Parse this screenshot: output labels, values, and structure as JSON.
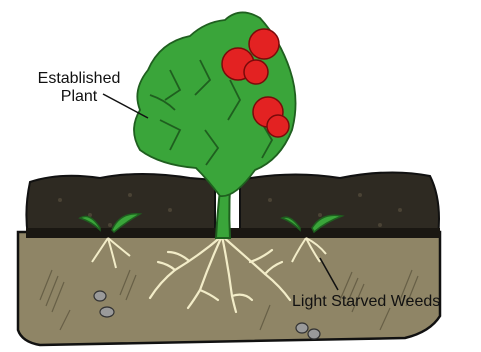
{
  "labels": {
    "established_line1": "Established",
    "established_line2": "Plant",
    "weeds": "Light Starved Weeds"
  },
  "colors": {
    "leaf": "#3aa53a",
    "leaf_outline": "#1f5f1f",
    "tomato": "#e32222",
    "mulch": "#2e2a22",
    "soil": "#8f8566",
    "roots": "#f2ecc8",
    "stone": "#9a9a9a"
  }
}
